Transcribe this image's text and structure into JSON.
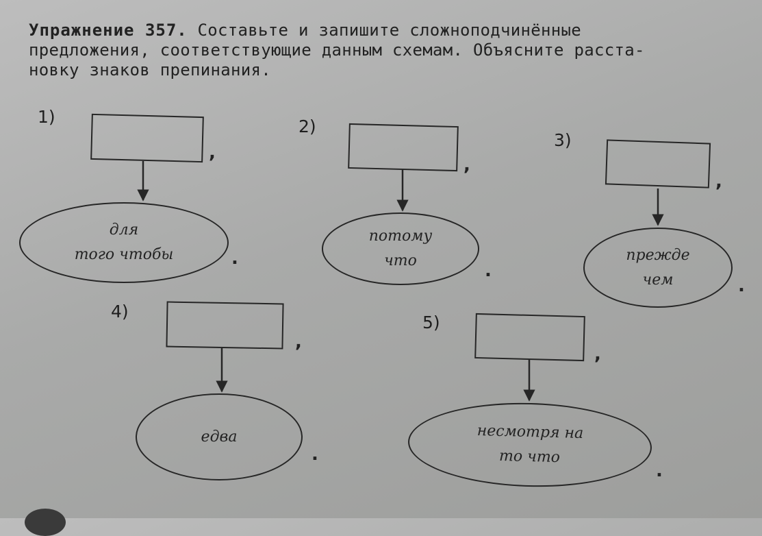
{
  "exercise": {
    "label": "Упражнение 357.",
    "lines": [
      " Составьте и запишите сложноподчинённые",
      "предложения, соответствующие данным схемам. Объясните расста-",
      "новку знаков препинания."
    ]
  },
  "schemes": [
    {
      "number": "1)",
      "comma": ",",
      "period": ".",
      "conj_lines": [
        "для",
        "того чтобы"
      ]
    },
    {
      "number": "2)",
      "comma": ",",
      "period": ".",
      "conj_lines": [
        "потому",
        "что"
      ]
    },
    {
      "number": "3)",
      "comma": ",",
      "period": ".",
      "conj_lines": [
        "прежде",
        "чем"
      ]
    },
    {
      "number": "4)",
      "comma": ",",
      "period": ".",
      "conj_lines": [
        "едва"
      ]
    },
    {
      "number": "5)",
      "comma": ",",
      "period": ".",
      "conj_lines": [
        "несмотря на",
        "то что"
      ]
    }
  ]
}
